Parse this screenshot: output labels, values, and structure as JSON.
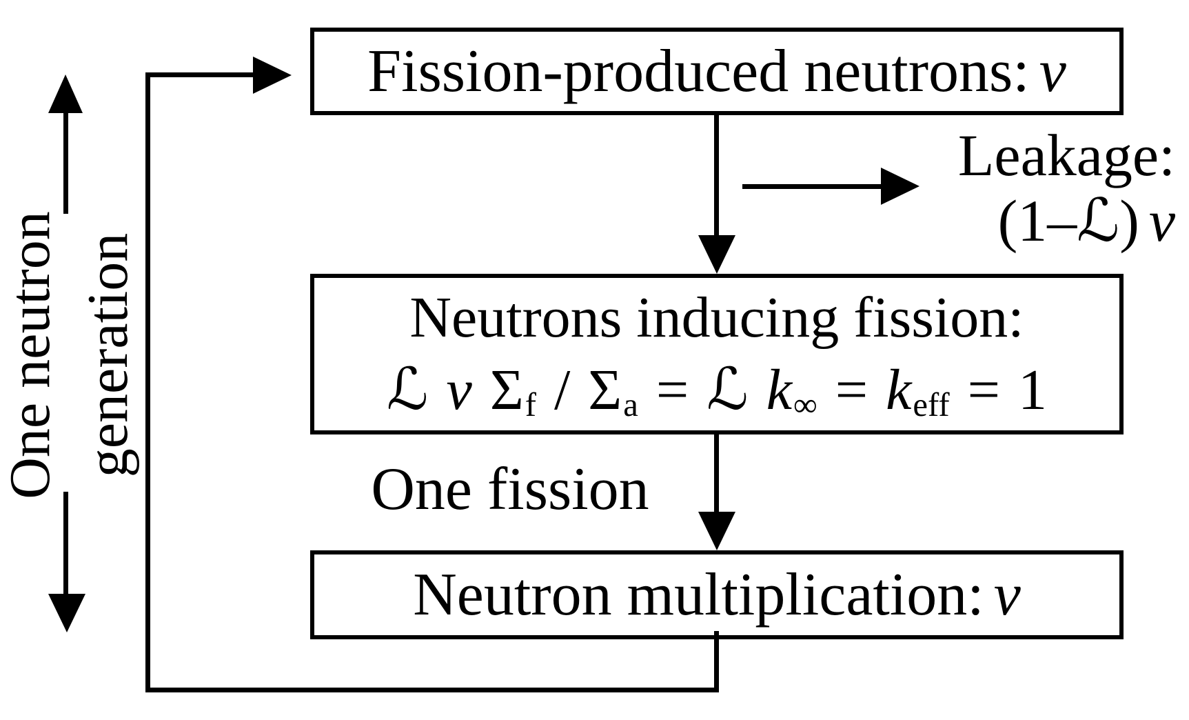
{
  "diagram": {
    "colors": {
      "ink": "#000000",
      "background": "#ffffff"
    },
    "boxes": {
      "top": {
        "text": "Fission-produced neutrons:",
        "symbol": "v"
      },
      "middle": {
        "line1": "Neutrons inducing fission:"
      },
      "bottom": {
        "text": "Neutron multiplication:",
        "symbol": "v"
      }
    },
    "formula": {
      "scriptL": "ℒ",
      "nu": "v",
      "sigma": "Σ",
      "sub_f": "f",
      "slash": "/",
      "sub_a": "a",
      "equals": "=",
      "k": "k",
      "sub_infinity": "∞",
      "sub_eff": "eff",
      "result": "1"
    },
    "labels": {
      "leakage_title": "Leakage:",
      "leakage_open": "(1–",
      "leakage_close": ")",
      "one_fission": "One fission",
      "generation_line1": "One neutron",
      "generation_line2": "generation"
    }
  }
}
